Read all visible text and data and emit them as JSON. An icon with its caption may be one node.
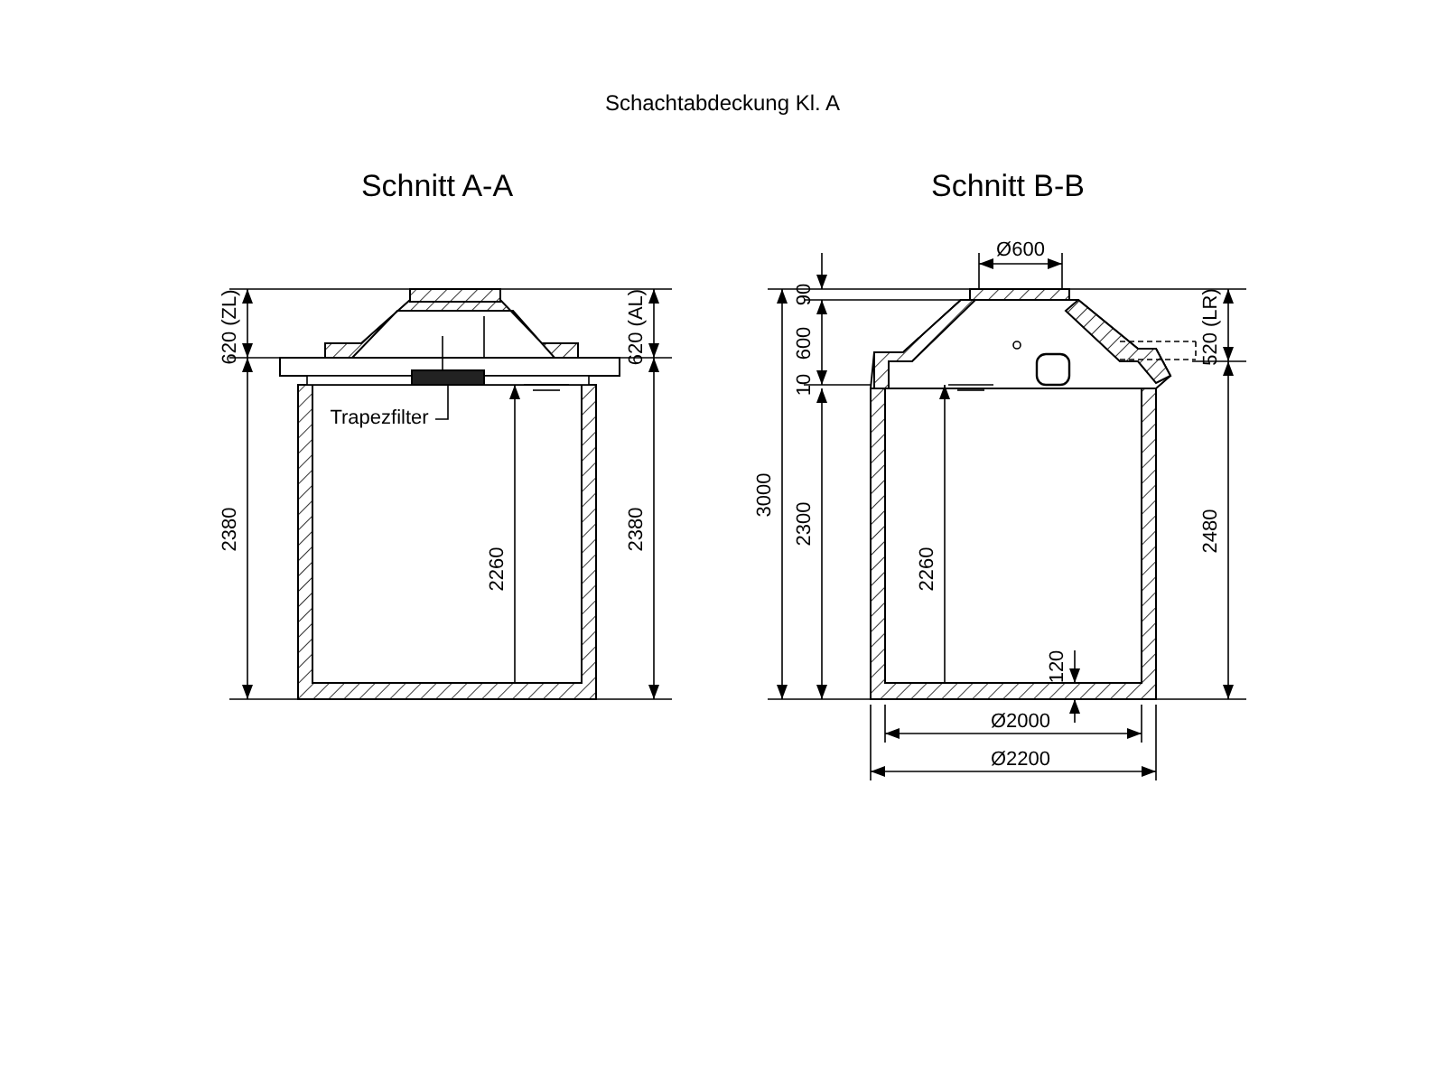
{
  "diagram": {
    "title": "Schachtabdeckung Kl. A",
    "nodes": [
      {
        "text": [
          "Trapezfilter"
        ]
      },
      {
        "text": [],
        "shape": "bar"
      }
    ],
    "edges": [
      {
        "from": 0,
        "to": 1,
        "arrow": "none"
      }
    ],
    "labels": [
      "Schnitt A-A",
      "620 (ZL)",
      "620 (AL)",
      "2380",
      "2260",
      "2380",
      "Schnitt B-B",
      "Ø600",
      "90",
      "600",
      "10",
      "3000",
      "2300",
      "2260",
      "520 (LR)",
      "2480",
      "120",
      "Ø2000",
      "Ø2200"
    ]
  }
}
